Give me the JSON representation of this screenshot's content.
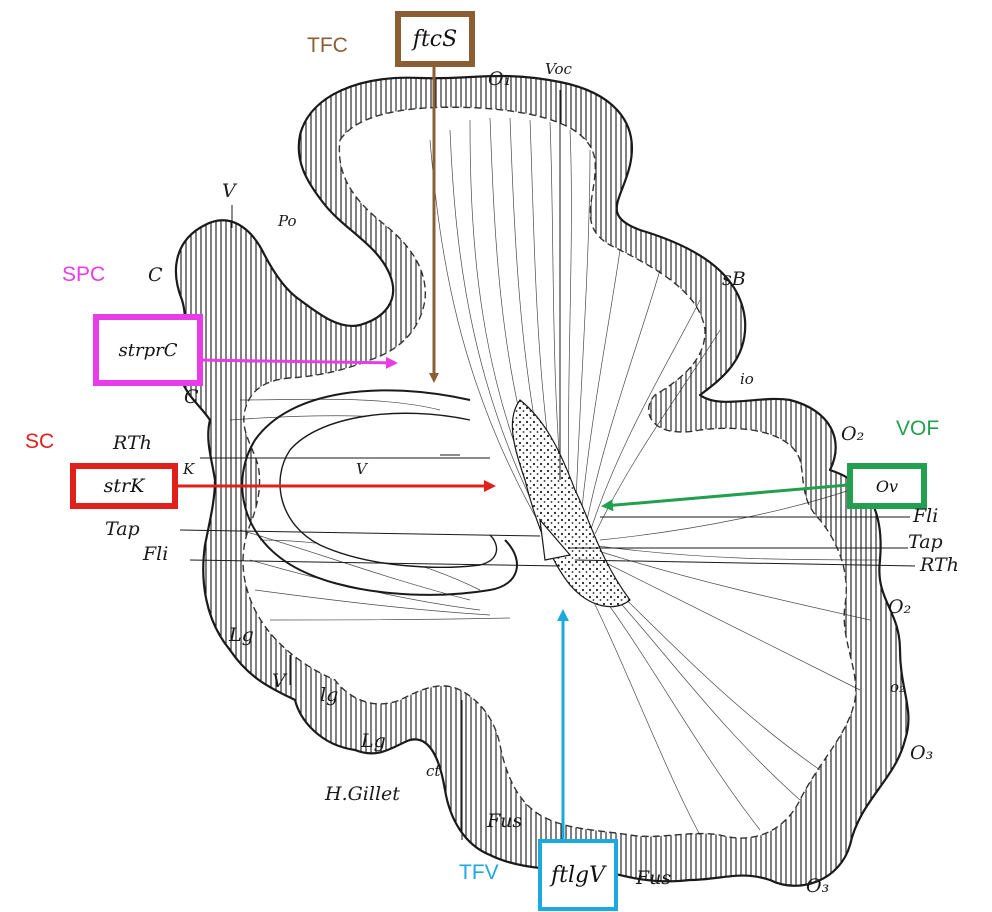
{
  "colors": {
    "tfc": "#8B5E34",
    "spc": "#E83CE8",
    "sc": "#E0201B",
    "vof": "#22A050",
    "tfv": "#1EA8E0",
    "ink": "#1a1a1a"
  },
  "tracts": {
    "tfc": {
      "name": "TFC",
      "box_label": "ftcS"
    },
    "spc": {
      "name": "SPC",
      "box_label": "strprC"
    },
    "sc": {
      "name": "SC",
      "box_label": "strK"
    },
    "vof": {
      "name": "VOF",
      "box_label": "Ov"
    },
    "tfv": {
      "name": "TFV",
      "box_label": "ftlgV"
    }
  },
  "labels": {
    "o1": "O₁",
    "voc": "Voc",
    "v_top": "V",
    "po": "Po",
    "c_top": "C",
    "sb": "sB",
    "io": "io",
    "c_mid": "C",
    "rth_left": "RTh",
    "k": "K",
    "v_mid": "V",
    "tap_left": "Tap",
    "fli_left": "Fli",
    "o2_upper": "O₂",
    "fli_right": "Fli",
    "tap_right": "Tap",
    "rth_right": "RTh",
    "o2_right": "O₂",
    "o2_small": "o₂",
    "lg_left": "Lg",
    "v_bottom": "V",
    "lg_mid": "lg",
    "lg_lower": "Lg",
    "ct": "ct",
    "o3_right": "O₃",
    "fus_left": "Fus",
    "fus_right": "Fus",
    "o3_bottom": "O₃",
    "artist": "H.Gillet"
  }
}
